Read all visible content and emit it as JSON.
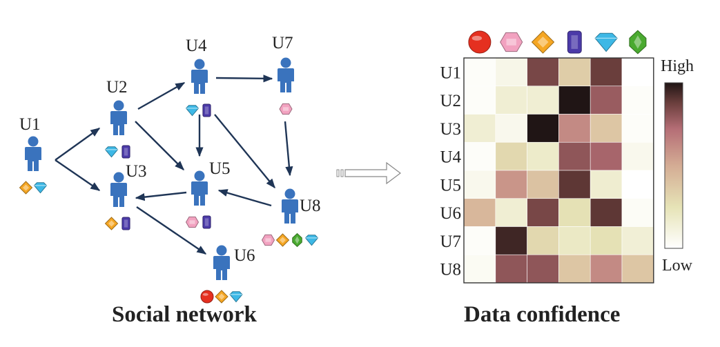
{
  "social": {
    "caption": "Social network",
    "users": [
      {
        "id": "U1",
        "label": "U1",
        "gems": [
          "gold",
          "cyan"
        ]
      },
      {
        "id": "U2",
        "label": "U2",
        "gems": [
          "cyan",
          "purple"
        ]
      },
      {
        "id": "U3",
        "label": "U3",
        "gems": [
          "gold",
          "purple"
        ]
      },
      {
        "id": "U4",
        "label": "U4",
        "gems": [
          "cyan",
          "purple"
        ]
      },
      {
        "id": "U5",
        "label": "U5",
        "gems": [
          "pink",
          "purple"
        ]
      },
      {
        "id": "U6",
        "label": "U6",
        "gems": [
          "red",
          "gold",
          "cyan"
        ]
      },
      {
        "id": "U7",
        "label": "U7",
        "gems": [
          "pink"
        ]
      },
      {
        "id": "U8",
        "label": "U8",
        "gems": [
          "pink",
          "gold",
          "green",
          "cyan"
        ]
      }
    ],
    "edges": [
      [
        "U1",
        "U2"
      ],
      [
        "U1",
        "U3"
      ],
      [
        "U2",
        "U4"
      ],
      [
        "U2",
        "U5"
      ],
      [
        "U3",
        "U6"
      ],
      [
        "U4",
        "U7"
      ],
      [
        "U4",
        "U5"
      ],
      [
        "U4",
        "U8"
      ],
      [
        "U5",
        "U3"
      ],
      [
        "U7",
        "U8"
      ],
      [
        "U8",
        "U5"
      ]
    ]
  },
  "confidence": {
    "caption": "Data confidence",
    "gem_header": [
      "red",
      "pink",
      "gold",
      "purple",
      "cyan",
      "green"
    ],
    "rows": [
      "U1",
      "U2",
      "U3",
      "U4",
      "U5",
      "U6",
      "U7",
      "U8"
    ],
    "values": [
      [
        0.02,
        0.08,
        0.85,
        0.35,
        0.88,
        0.0
      ],
      [
        0.02,
        0.15,
        0.15,
        1.0,
        0.78,
        0.02
      ],
      [
        0.15,
        0.06,
        1.0,
        0.62,
        0.38,
        0.02
      ],
      [
        0.02,
        0.3,
        0.18,
        0.8,
        0.75,
        0.06
      ],
      [
        0.06,
        0.58,
        0.4,
        0.9,
        0.16,
        0.0
      ],
      [
        0.45,
        0.15,
        0.85,
        0.26,
        0.9,
        0.03
      ],
      [
        0.02,
        0.95,
        0.3,
        0.2,
        0.26,
        0.14
      ],
      [
        0.04,
        0.8,
        0.8,
        0.38,
        0.62,
        0.38
      ]
    ],
    "scale_high": "High",
    "scale_low": "Low"
  },
  "gem_colors": {
    "red": "#e53020",
    "pink": "#f2a2c0",
    "gold": "#f5a623",
    "purple": "#4b3aa8",
    "cyan": "#3db8e6",
    "green": "#4aaa30"
  },
  "person_color": "#3a73bd",
  "arrow_color": "#1f3556"
}
